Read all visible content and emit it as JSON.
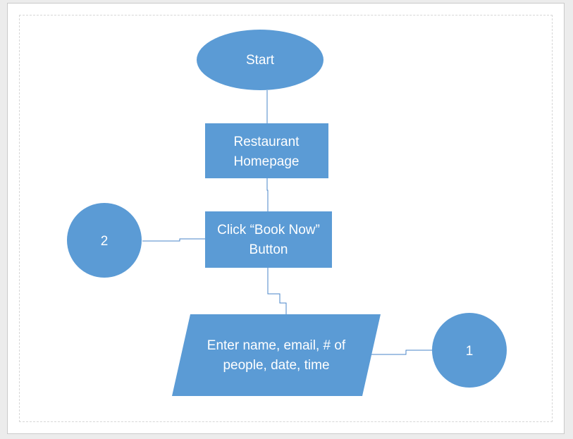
{
  "colors": {
    "shape_fill": "#5b9bd5",
    "connector": "#4a86c8",
    "text": "#ffffff"
  },
  "nodes": {
    "start": {
      "label": "Start",
      "shape": "ellipse"
    },
    "homepage": {
      "line1": "Restaurant",
      "line2": "Homepage",
      "shape": "process"
    },
    "book_now": {
      "line1": "Click “Book Now”",
      "line2": "Button",
      "shape": "process"
    },
    "enter_details": {
      "line1": "Enter name, email, # of",
      "line2": "people, date, time",
      "shape": "data"
    },
    "connector_2": {
      "label": "2",
      "shape": "connector-circle"
    },
    "connector_1": {
      "label": "1",
      "shape": "connector-circle"
    }
  }
}
